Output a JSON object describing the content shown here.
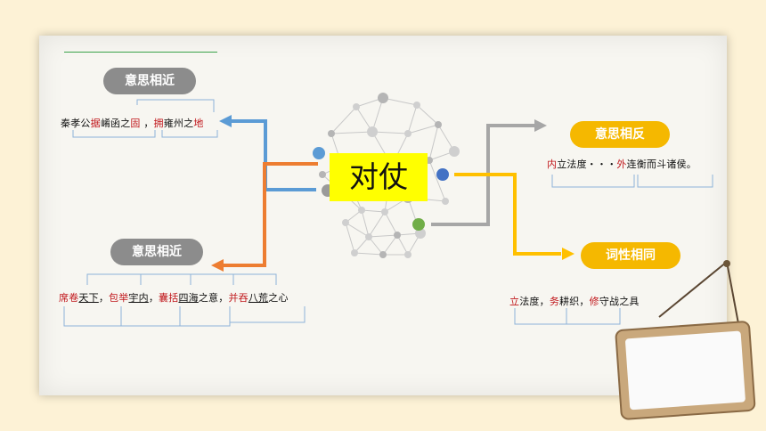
{
  "center": {
    "label": "对仗"
  },
  "top_left": {
    "badge": "意思相近",
    "parts": [
      {
        "t": "秦孝公",
        "red": false
      },
      {
        "t": "据",
        "red": true
      },
      {
        "t": "崤函之",
        "red": false
      },
      {
        "t": "固",
        "red": true
      },
      {
        "t": " ，",
        "red": false
      },
      {
        "t": "拥",
        "red": true
      },
      {
        "t": "雍州之",
        "red": false
      },
      {
        "t": "地",
        "red": true
      }
    ]
  },
  "bottom_left": {
    "badge": "意思相近",
    "parts": [
      {
        "t": "席卷",
        "red": true
      },
      {
        "t": "天下",
        "red": false,
        "u": true
      },
      {
        "t": "，",
        "red": false
      },
      {
        "t": "包举",
        "red": true
      },
      {
        "t": "宇内",
        "red": false,
        "u": true
      },
      {
        "t": "，",
        "red": false
      },
      {
        "t": "囊括",
        "red": true
      },
      {
        "t": "四海",
        "red": false,
        "u": true
      },
      {
        "t": "之意，",
        "red": false
      },
      {
        "t": "并吞",
        "red": true
      },
      {
        "t": "八荒",
        "red": false,
        "u": true
      },
      {
        "t": "之心",
        "red": false
      }
    ]
  },
  "top_right": {
    "badge": "意思相反",
    "parts": [
      {
        "t": "内",
        "red": true
      },
      {
        "t": "立法度・・・",
        "red": false
      },
      {
        "t": "外",
        "red": true
      },
      {
        "t": "连衡而斗诸侯。",
        "red": false
      }
    ]
  },
  "bottom_right": {
    "badge": "词性相同",
    "parts": [
      {
        "t": "立",
        "red": true
      },
      {
        "t": "法度，",
        "red": false
      },
      {
        "t": "务",
        "red": true
      },
      {
        "t": "耕织，",
        "red": false
      },
      {
        "t": "修",
        "red": true
      },
      {
        "t": "守战之具",
        "red": false
      }
    ]
  },
  "colors": {
    "gray_badge": "#8c8c8c",
    "orange_badge": "#f5b800",
    "blue_arrow": "#5b9bd5",
    "orange_arrow": "#ed7d31",
    "gray_arrow": "#a6a6a6",
    "yellow_arrow": "#ffc000",
    "red_text": "#c0161b"
  }
}
